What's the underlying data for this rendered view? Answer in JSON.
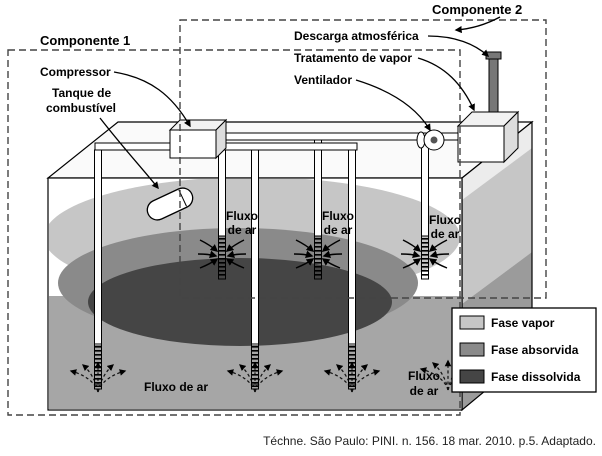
{
  "figure": {
    "caption": "Téchne. São Paulo: PINI. n. 156. 18 mar. 2010. p.5. Adaptado."
  },
  "components": {
    "comp1_label": "Componente 1",
    "comp2_label": "Componente 2"
  },
  "labels": {
    "compressor": "Compressor",
    "tank_line1": "Tanque de",
    "tank_line2": "combustível",
    "discharge": "Descarga atmosférica",
    "treatment": "Tratamento de vapor",
    "fan": "Ventilador",
    "airflow_line1": "Fluxo",
    "airflow_line2": "de ar",
    "airflow_full": "Fluxo de ar"
  },
  "legend": {
    "items": [
      {
        "label": "Fase vapor",
        "color": "#c6c6c6"
      },
      {
        "label": "Fase absorvida",
        "color": "#8a8a8a"
      },
      {
        "label": "Fase dissolvida",
        "color": "#454545"
      }
    ]
  }
}
